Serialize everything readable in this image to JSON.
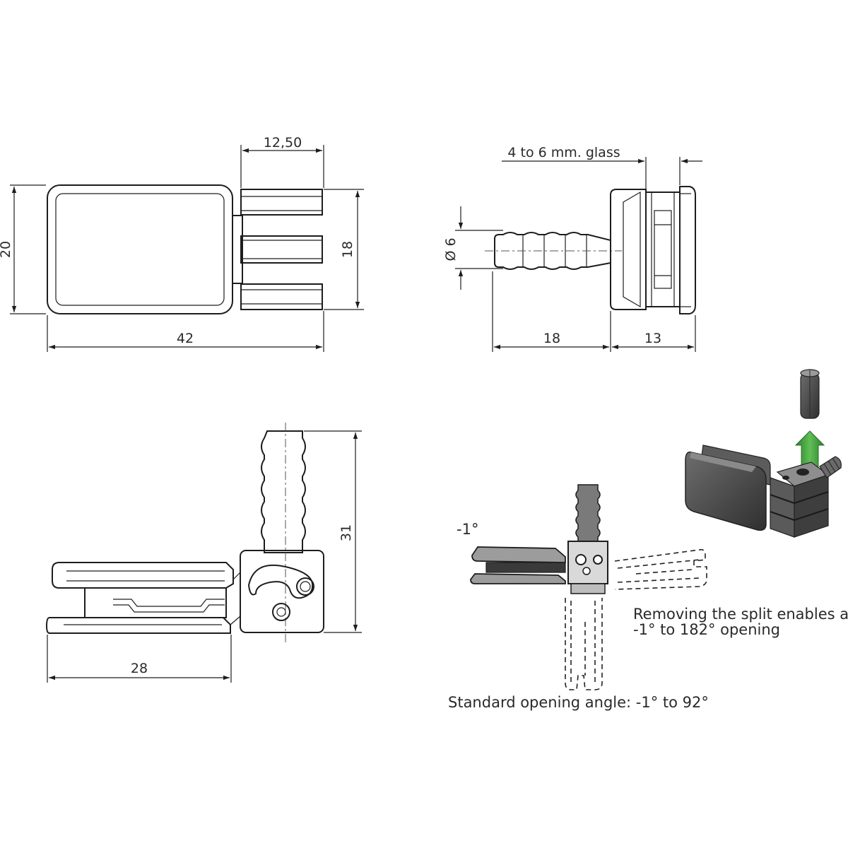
{
  "dimensions": {
    "top_view": {
      "width_head": "12,50",
      "height_total": "20",
      "height_head": "18",
      "length_total": "42"
    },
    "side_view": {
      "glass": "4 to 6 mm. glass",
      "diameter": "Ø 6",
      "pin_length": "18",
      "clamp_length": "13"
    },
    "front_view": {
      "height": "31",
      "width": "28"
    }
  },
  "notes": {
    "angle_min": "-1°",
    "removing_split": "Removing the split enables a",
    "extended_range": "-1° to 182° opening",
    "standard": "Standard opening angle: -1° to 92°"
  },
  "colors": {
    "line": "#1d1d1d",
    "arrow": "#3e9a3a",
    "part_dark": "#4a4a4a",
    "part_light": "#8a8a8a"
  }
}
